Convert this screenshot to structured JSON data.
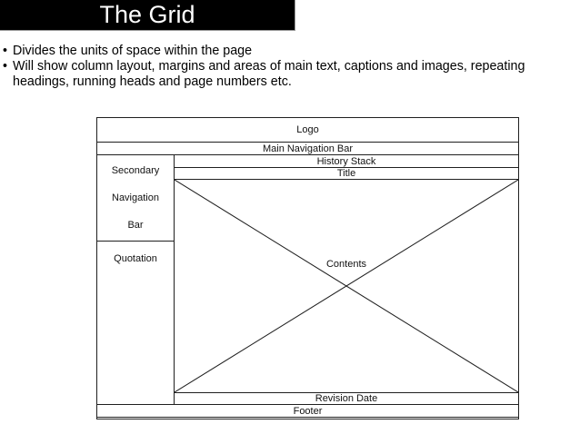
{
  "slide": {
    "title": "The Grid",
    "bullets": [
      "Divides the units of space within the page",
      "Will show column layout, margins and areas of main text, captions and images, repeating headings, running heads and page numbers etc."
    ]
  },
  "wireframe": {
    "logo": "Logo",
    "main_nav": "Main Navigation Bar",
    "secondary_nav_lines": [
      "Secondary",
      "Navigation",
      "Bar"
    ],
    "quotation": "Quotation",
    "history_stack": "History Stack",
    "page_title": "Title",
    "contents": "Contents",
    "revision_date": "Revision Date",
    "footer": "Footer"
  },
  "colors": {
    "title_bar_bg": "#000000",
    "title_bar_text": "#ffffff",
    "wireframe_line": "#1f1f1f",
    "body_text": "#000000",
    "background": "#ffffff"
  }
}
